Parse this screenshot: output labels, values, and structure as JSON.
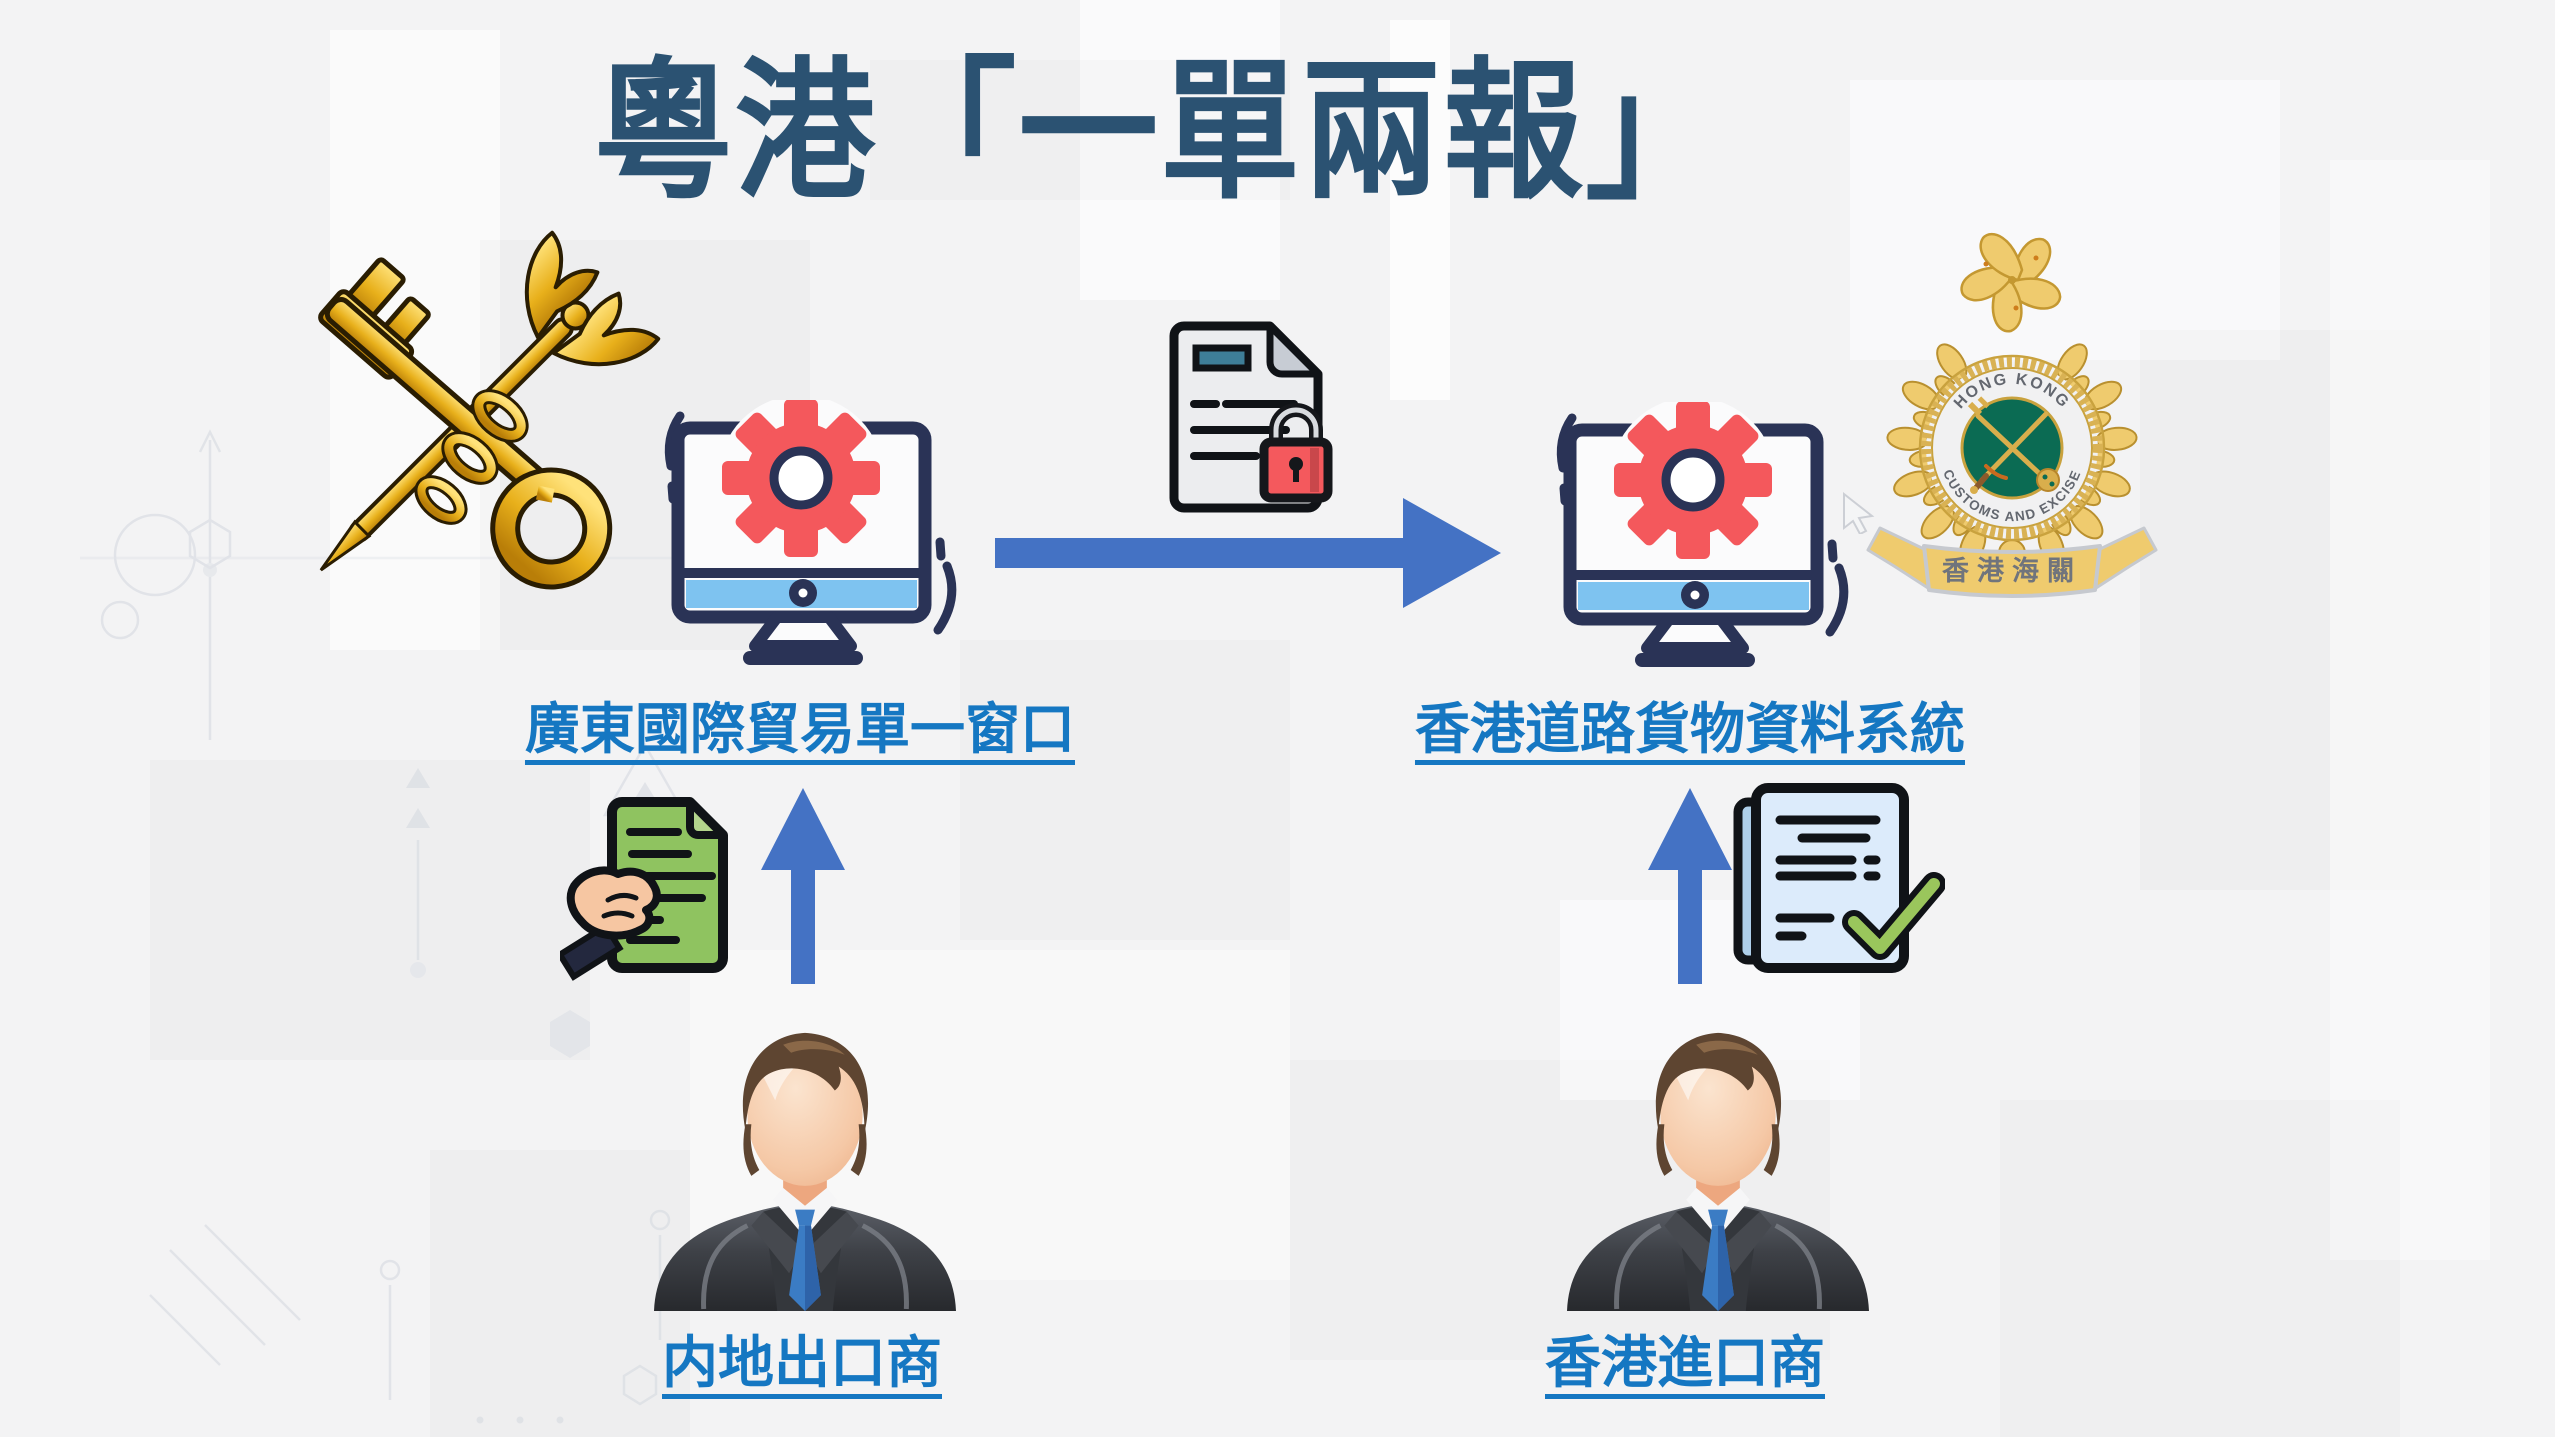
{
  "slide": {
    "title": "粵港「一單兩報」"
  },
  "systems": {
    "mainland_single_window": {
      "label": "廣東國際貿易單一窗口"
    },
    "hk_road_cargo_system": {
      "label": "香港道路貨物資料系統"
    }
  },
  "actors": {
    "mainland_exporter": {
      "label": "内地出口商"
    },
    "hk_importer": {
      "label": "香港進口商"
    }
  },
  "hk_customs_emblem": {
    "arc_top": "HONG KONG",
    "arc_bottom": "CUSTOMS AND EXCISE",
    "banner": "香港海關"
  },
  "icons": {
    "top_left": "china-customs-emblem",
    "left_system": "monitor-gear-icon",
    "between_systems": "locked-document-icon",
    "flow": "arrow-right-icon",
    "right_system": "monitor-gear-icon",
    "top_right": "hk-customs-emblem",
    "left_upload_doc": "document-in-hand-icon",
    "left_upload": "arrow-up-icon",
    "right_upload": "arrow-up-icon",
    "right_upload_doc": "document-check-icon",
    "left_actor": "businessman-icon",
    "right_actor": "businessman-icon"
  },
  "colors": {
    "title_text": "#2B5272",
    "link_text": "#1577C2",
    "arrow_blue": "#4472C4",
    "gear_red": "#F4585C",
    "monitor_navy": "#2A3356",
    "monitor_bar_blue": "#7EC3F0",
    "document_green": "#8FC360",
    "document_light_blue": "#DCEBFB",
    "lock_red": "#F4595D",
    "emblem_gold": "#EFCB6E",
    "emblem_green": "#0B6B53",
    "background": "#F3F3F4"
  }
}
